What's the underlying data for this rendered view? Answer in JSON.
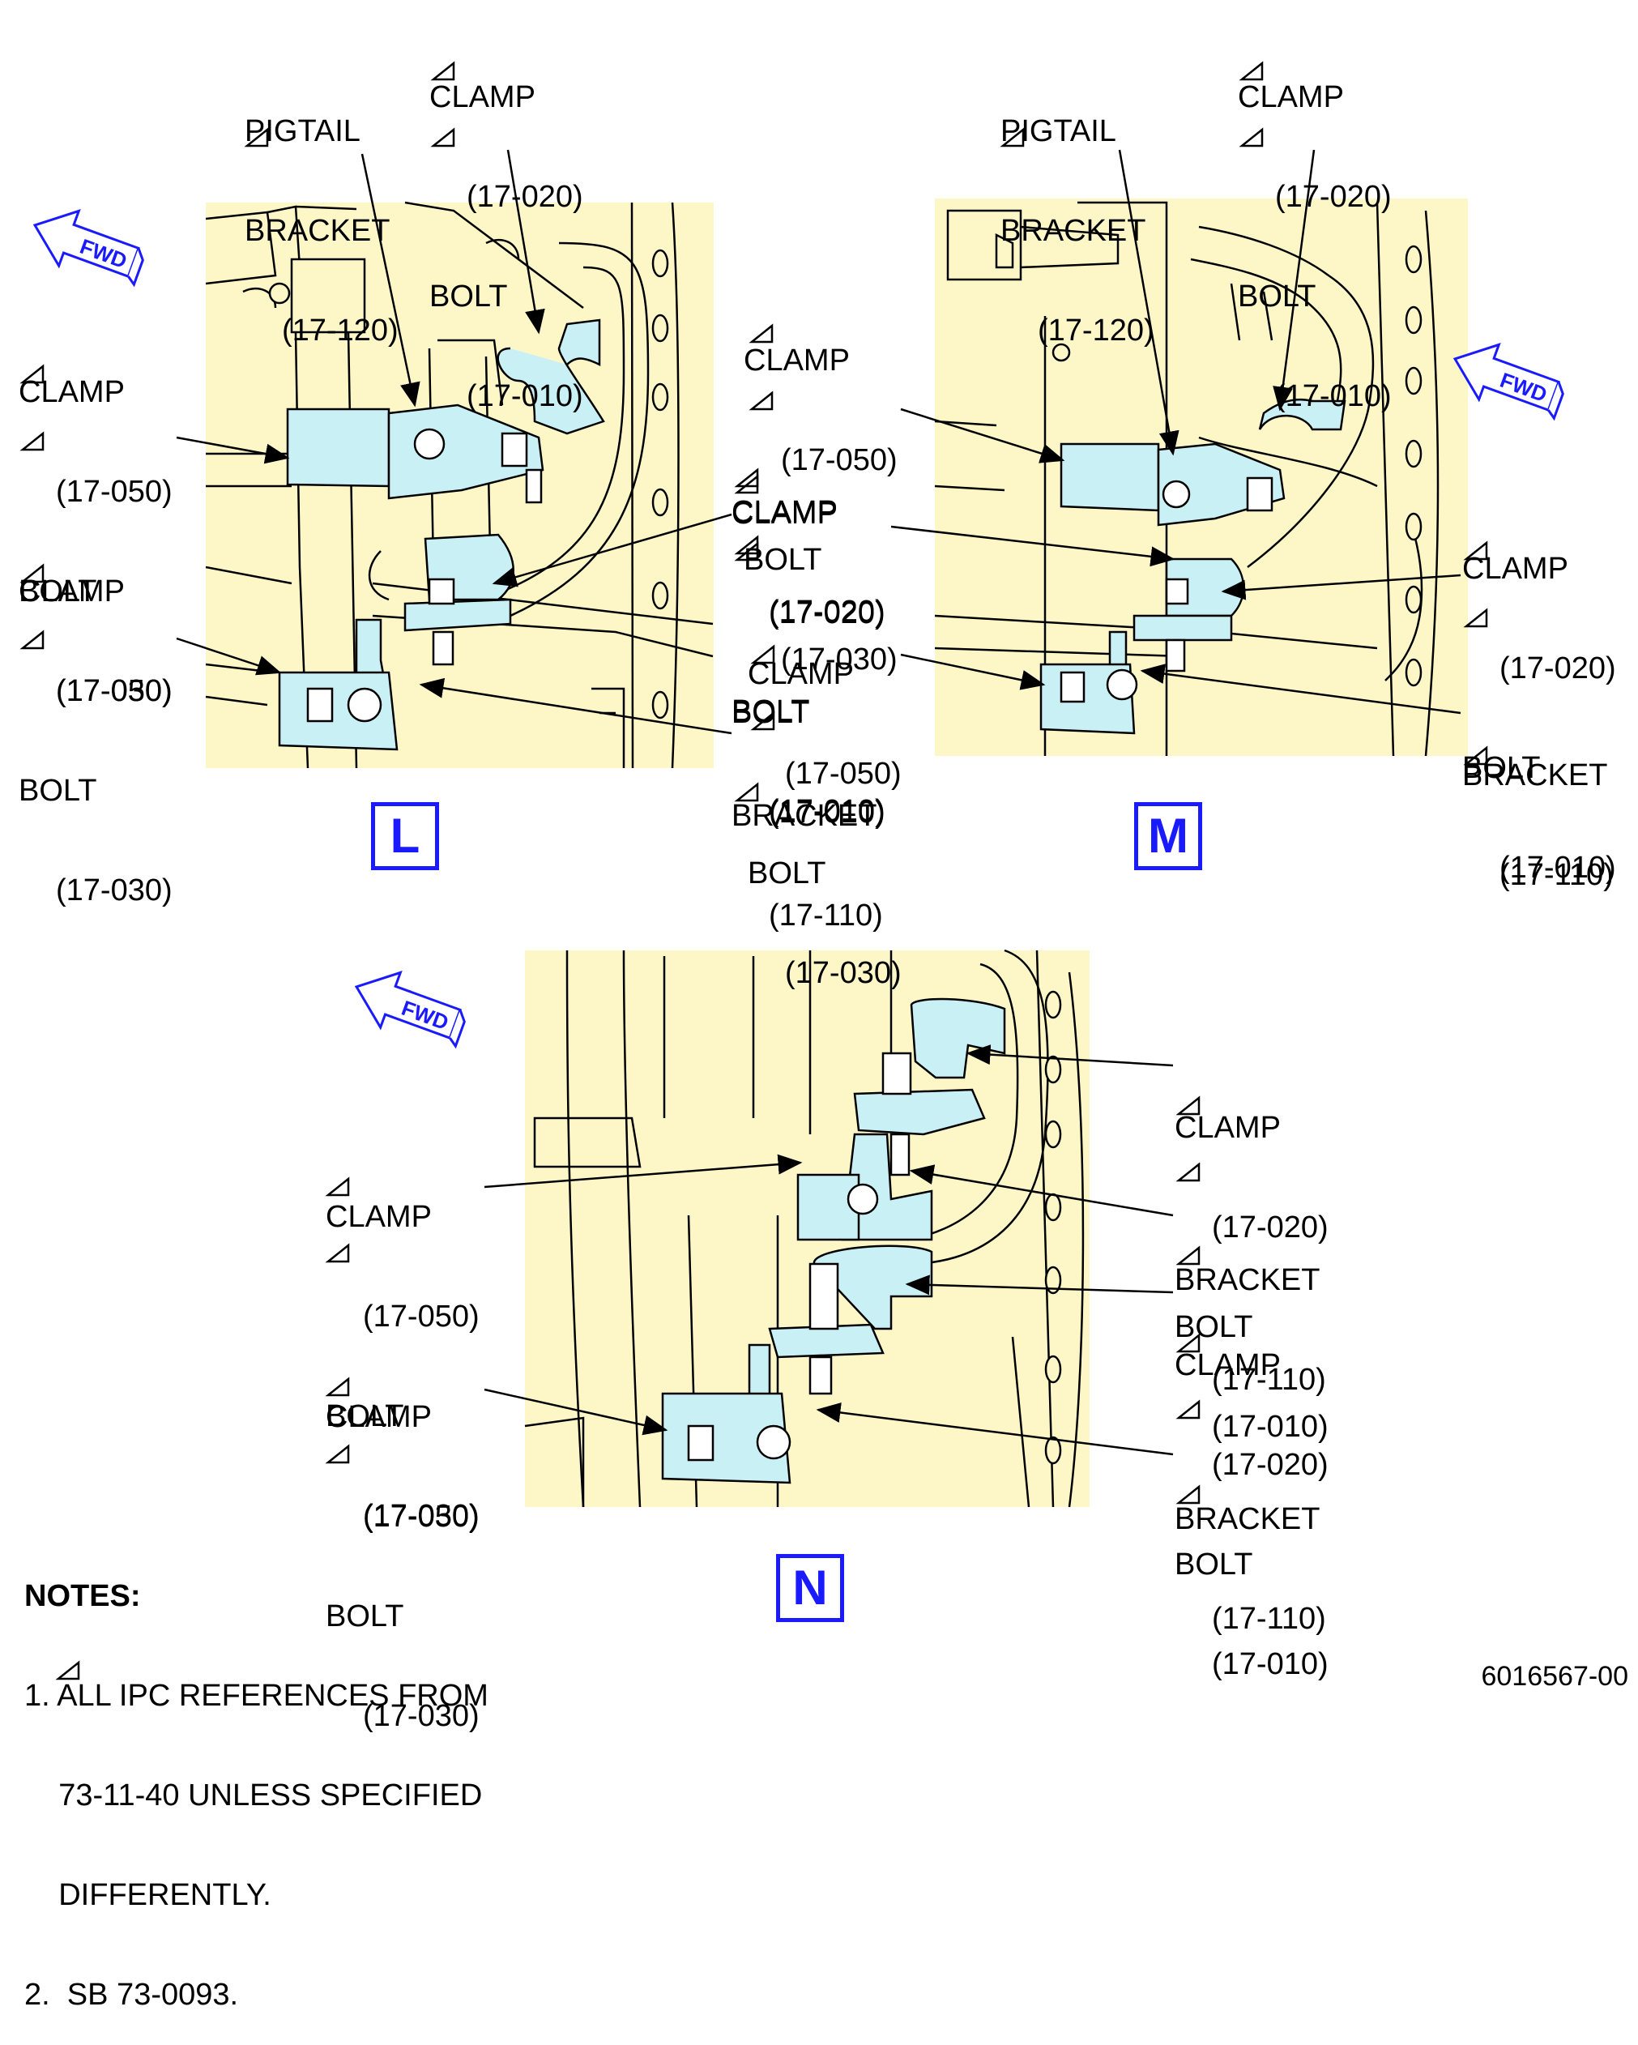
{
  "view_L": {
    "letter": "L",
    "fwd": "FWD",
    "pigtail": [
      "PIGTAIL",
      "BRACKET",
      "(17-120)"
    ],
    "clamp_top": [
      "CLAMP",
      "(17-020)",
      "BOLT",
      "(17-010)"
    ],
    "clamp_left1": [
      "CLAMP",
      "(17-050)",
      "BOLT",
      "(17-030)"
    ],
    "clamp_left2": [
      "CLAMP",
      "(17-050)",
      "BOLT",
      "(17-030)"
    ],
    "clamp_right": [
      "CLAMP",
      "(17-020)",
      "BOLT",
      "(17-010)"
    ],
    "bracket": [
      "BRACKET",
      "(17-110)"
    ]
  },
  "view_M": {
    "letter": "M",
    "fwd": "FWD",
    "pigtail": [
      "PIGTAIL",
      "BRACKET",
      "(17-120)"
    ],
    "clamp_top": [
      "CLAMP",
      "(17-020)",
      "BOLT",
      "(17-010)"
    ],
    "clamp_left1": [
      "CLAMP",
      "(17-050)",
      "BOLT",
      "(17-030)"
    ],
    "clamp_left2": [
      "CLAMP",
      "(17-050)",
      "BOLT",
      "(17-030)"
    ],
    "clamp_right": [
      "CLAMP",
      "(17-020)",
      "BOLT",
      "(17-010)"
    ],
    "bracket": [
      "BRACKET",
      "(17-110)"
    ]
  },
  "view_N": {
    "letter": "N",
    "fwd": "FWD",
    "clamp_right1": [
      "CLAMP",
      "(17-020)",
      "BOLT",
      "(17-010)"
    ],
    "bracket1": [
      "BRACKET",
      "(17-110)"
    ],
    "clamp_right2": [
      "CLAMP",
      "(17-020)",
      "BOLT",
      "(17-010)"
    ],
    "bracket2": [
      "BRACKET",
      "(17-110)"
    ],
    "clamp_left1": [
      "CLAMP",
      "(17-050)",
      "BOLT",
      "(17-030)"
    ],
    "clamp_left2": [
      "CLAMP",
      "(17-050)",
      "BOLT",
      "(17-030)"
    ]
  },
  "notes": {
    "title": "NOTES:",
    "item1": [
      "1. ALL IPC REFERENCES FROM",
      "    73-11-40 UNLESS SPECIFIED",
      "    DIFFERENTLY."
    ],
    "item2": "2.  SB 73-0093."
  },
  "doc_number": "6016567-00",
  "colors": {
    "panel_fill": "#fdf7c8",
    "part_fill": "#c9f0f5",
    "accent": "#1a1aff"
  }
}
